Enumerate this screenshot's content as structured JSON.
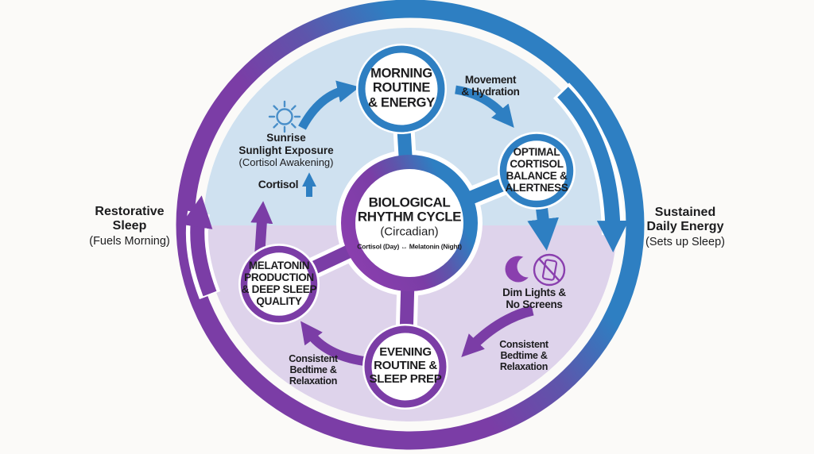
{
  "colors": {
    "blue": "#2e7fc2",
    "purple": "#7b3da6",
    "indigo": "#5e55ab",
    "light_blue": "#cfe1f0",
    "light_purple": "#ded3eb",
    "sun_blue": "#4a8fc9",
    "icon_purple": "#8a3fae",
    "text": "#1c1c1e",
    "background": "#fbfaf8",
    "white": "#ffffff"
  },
  "center": {
    "title": "BIOLOGICAL\nRHYTHM CYCLE",
    "subtitle": "(Circadian)",
    "note": "Cortisol (Day) ↔ Melatonin (Night)"
  },
  "nodes": {
    "morning": {
      "label": "MORNING\nROUTINE\n& ENERGY"
    },
    "optimal": {
      "label": "OPTIMAL\nCORTISOL\nBALANCE &\nALERTNESS"
    },
    "melatonin": {
      "label": "MELATONIN\nPRODUCTION\n& DEEP SLEEP\nQUALITY"
    },
    "evening": {
      "label": "EVENING\nROUTINE &\nSLEEP PREP"
    }
  },
  "annotations": {
    "sunrise_title": "Sunrise\nSunlight Exposure",
    "sunrise_subtitle": "(Cortisol Awakening)",
    "cortisol": "Cortisol",
    "movement": "Movement\n& Hydration",
    "dim_lights": "Dim Lights &\nNo Screens",
    "consistent_right": "Consistent\nBedtime &\nRelaxation",
    "consistent_left": "Consistent\nBedtime &\nRelaxation"
  },
  "side_labels": {
    "left_title": "Restorative\nSleep",
    "left_subtitle": "(Fuels Morning)",
    "right_title": "Sustained\nDaily Energy",
    "right_subtitle": "(Sets up Sleep)"
  }
}
